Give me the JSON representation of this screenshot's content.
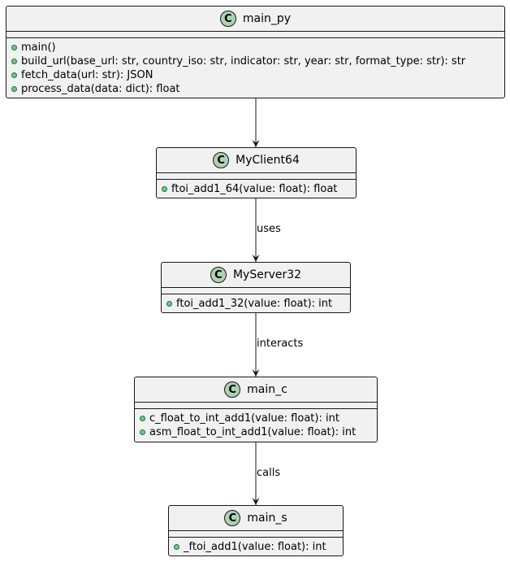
{
  "classes": [
    {
      "name": "main_py",
      "icon": "C",
      "methods": [
        "main()",
        "build_url(base_url: str, country_iso: str, indicator: str, year: str, format_type: str): str",
        "fetch_data(url: str): JSON",
        "process_data(data: dict): float"
      ]
    },
    {
      "name": "MyClient64",
      "icon": "C",
      "methods": [
        "ftoi_add1_64(value: float): float"
      ]
    },
    {
      "name": "MyServer32",
      "icon": "C",
      "methods": [
        "ftoi_add1_32(value: float): int"
      ]
    },
    {
      "name": "main_c",
      "icon": "C",
      "methods": [
        "c_float_to_int_add1(value: float): int",
        "asm_float_to_int_add1(value: float): int"
      ]
    },
    {
      "name": "main_s",
      "icon": "C",
      "methods": [
        "_ftoi_add1(value: float): int"
      ]
    }
  ],
  "edges": [
    {
      "from": "main_py",
      "to": "MyClient64",
      "label": ""
    },
    {
      "from": "MyClient64",
      "to": "MyServer32",
      "label": "uses"
    },
    {
      "from": "MyServer32",
      "to": "main_c",
      "label": "interacts"
    },
    {
      "from": "main_c",
      "to": "main_s",
      "label": "calls"
    }
  ],
  "colors": {
    "box_fill": "#f1f1f1",
    "border": "#181818",
    "class_icon": "#add1b2",
    "public_marker": "#84be84"
  }
}
